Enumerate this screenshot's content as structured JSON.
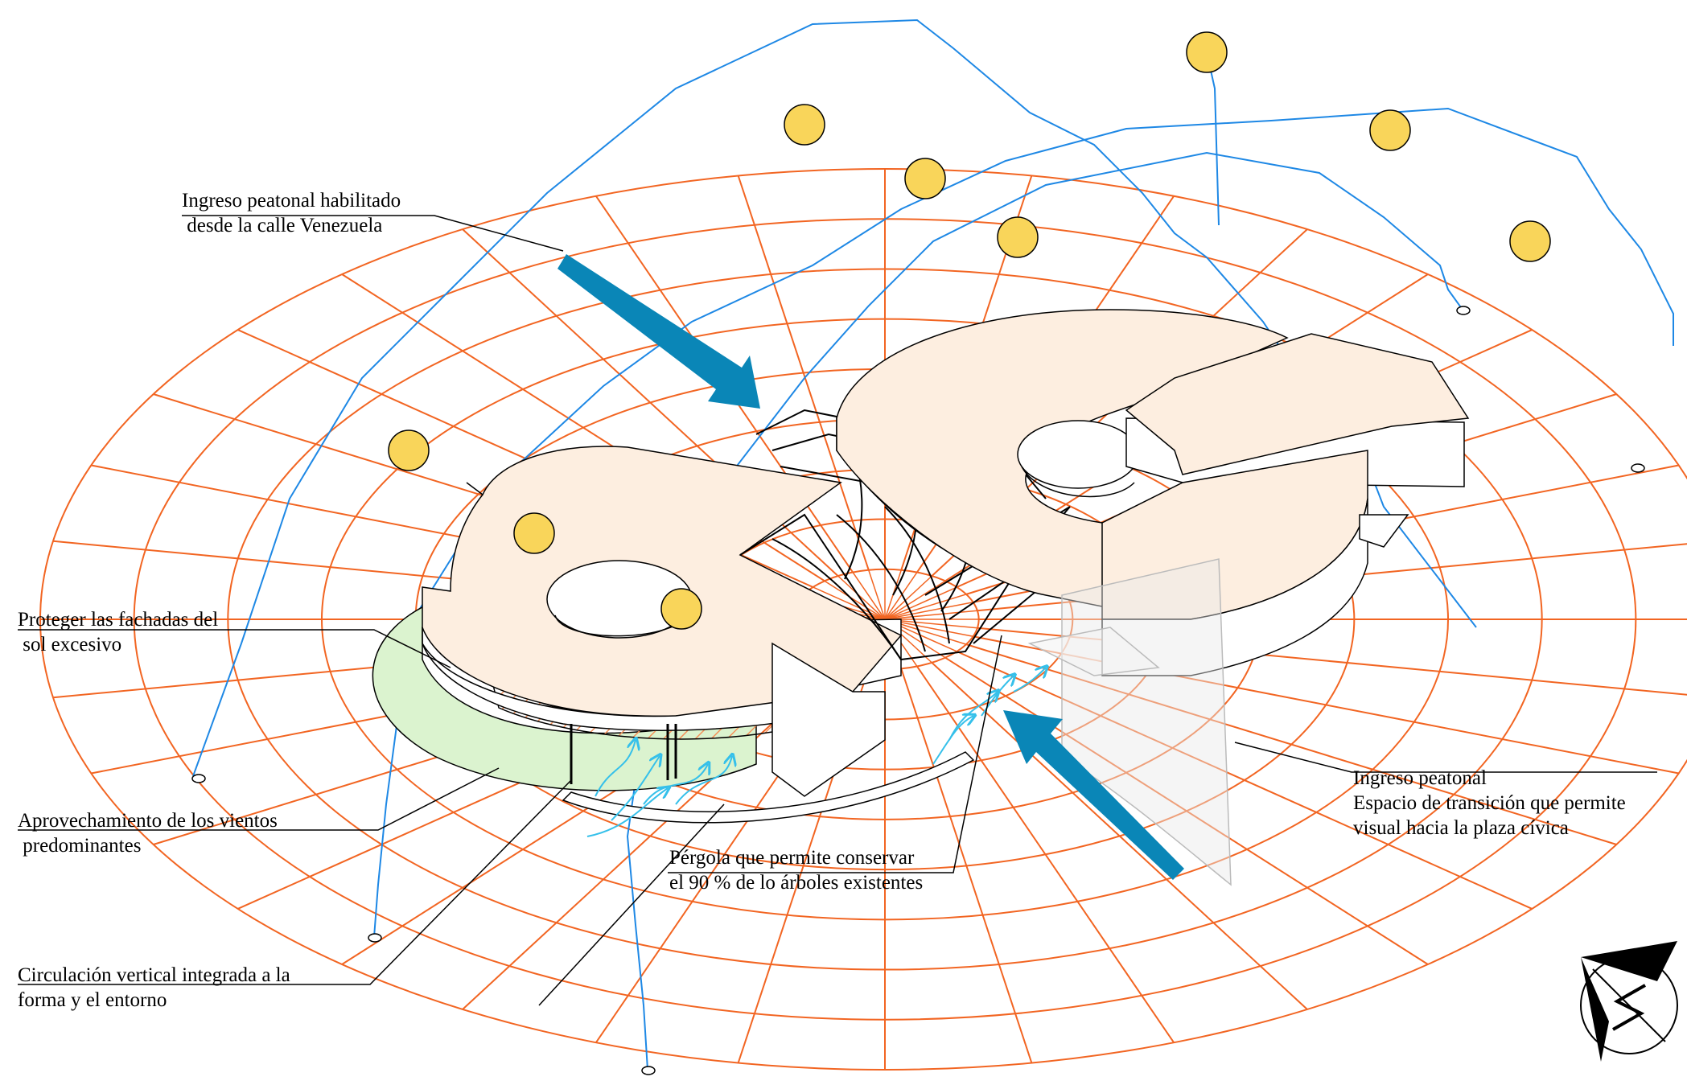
{
  "colors": {
    "sun_path": "#1e88e5",
    "sun_fill": "#f9d55a",
    "grid": "#f26522",
    "roof": "#fdeee0",
    "garden": "#dbf3cf",
    "arrow": "#0a86b7",
    "wind": "#35c0ea",
    "hatch": "#f4915a"
  },
  "annotations": [
    {
      "id": "ingreso-venezuela",
      "lines": [
        "Ingreso peatonal habilitado",
        " desde la calle Venezuela"
      ]
    },
    {
      "id": "proteger-fachadas",
      "lines": [
        "Proteger las fachadas del",
        " sol excesivo"
      ]
    },
    {
      "id": "aprovechamiento-vientos",
      "lines": [
        "Aprovechamiento de los vientos",
        " predominantes"
      ]
    },
    {
      "id": "circulacion-vertical",
      "lines": [
        "Circulación vertical integrada a la",
        "forma y el entorno"
      ]
    },
    {
      "id": "pergola",
      "lines": [
        "Pérgola que permite conservar",
        "el 90 % de lo árboles existentes"
      ]
    },
    {
      "id": "ingreso-peatonal",
      "lines": [
        "Ingreso peatonal",
        "Espacio de transición que permite",
        "visual hacia la plaza cívica"
      ]
    }
  ],
  "compass_icon": "north-arrow-icon"
}
